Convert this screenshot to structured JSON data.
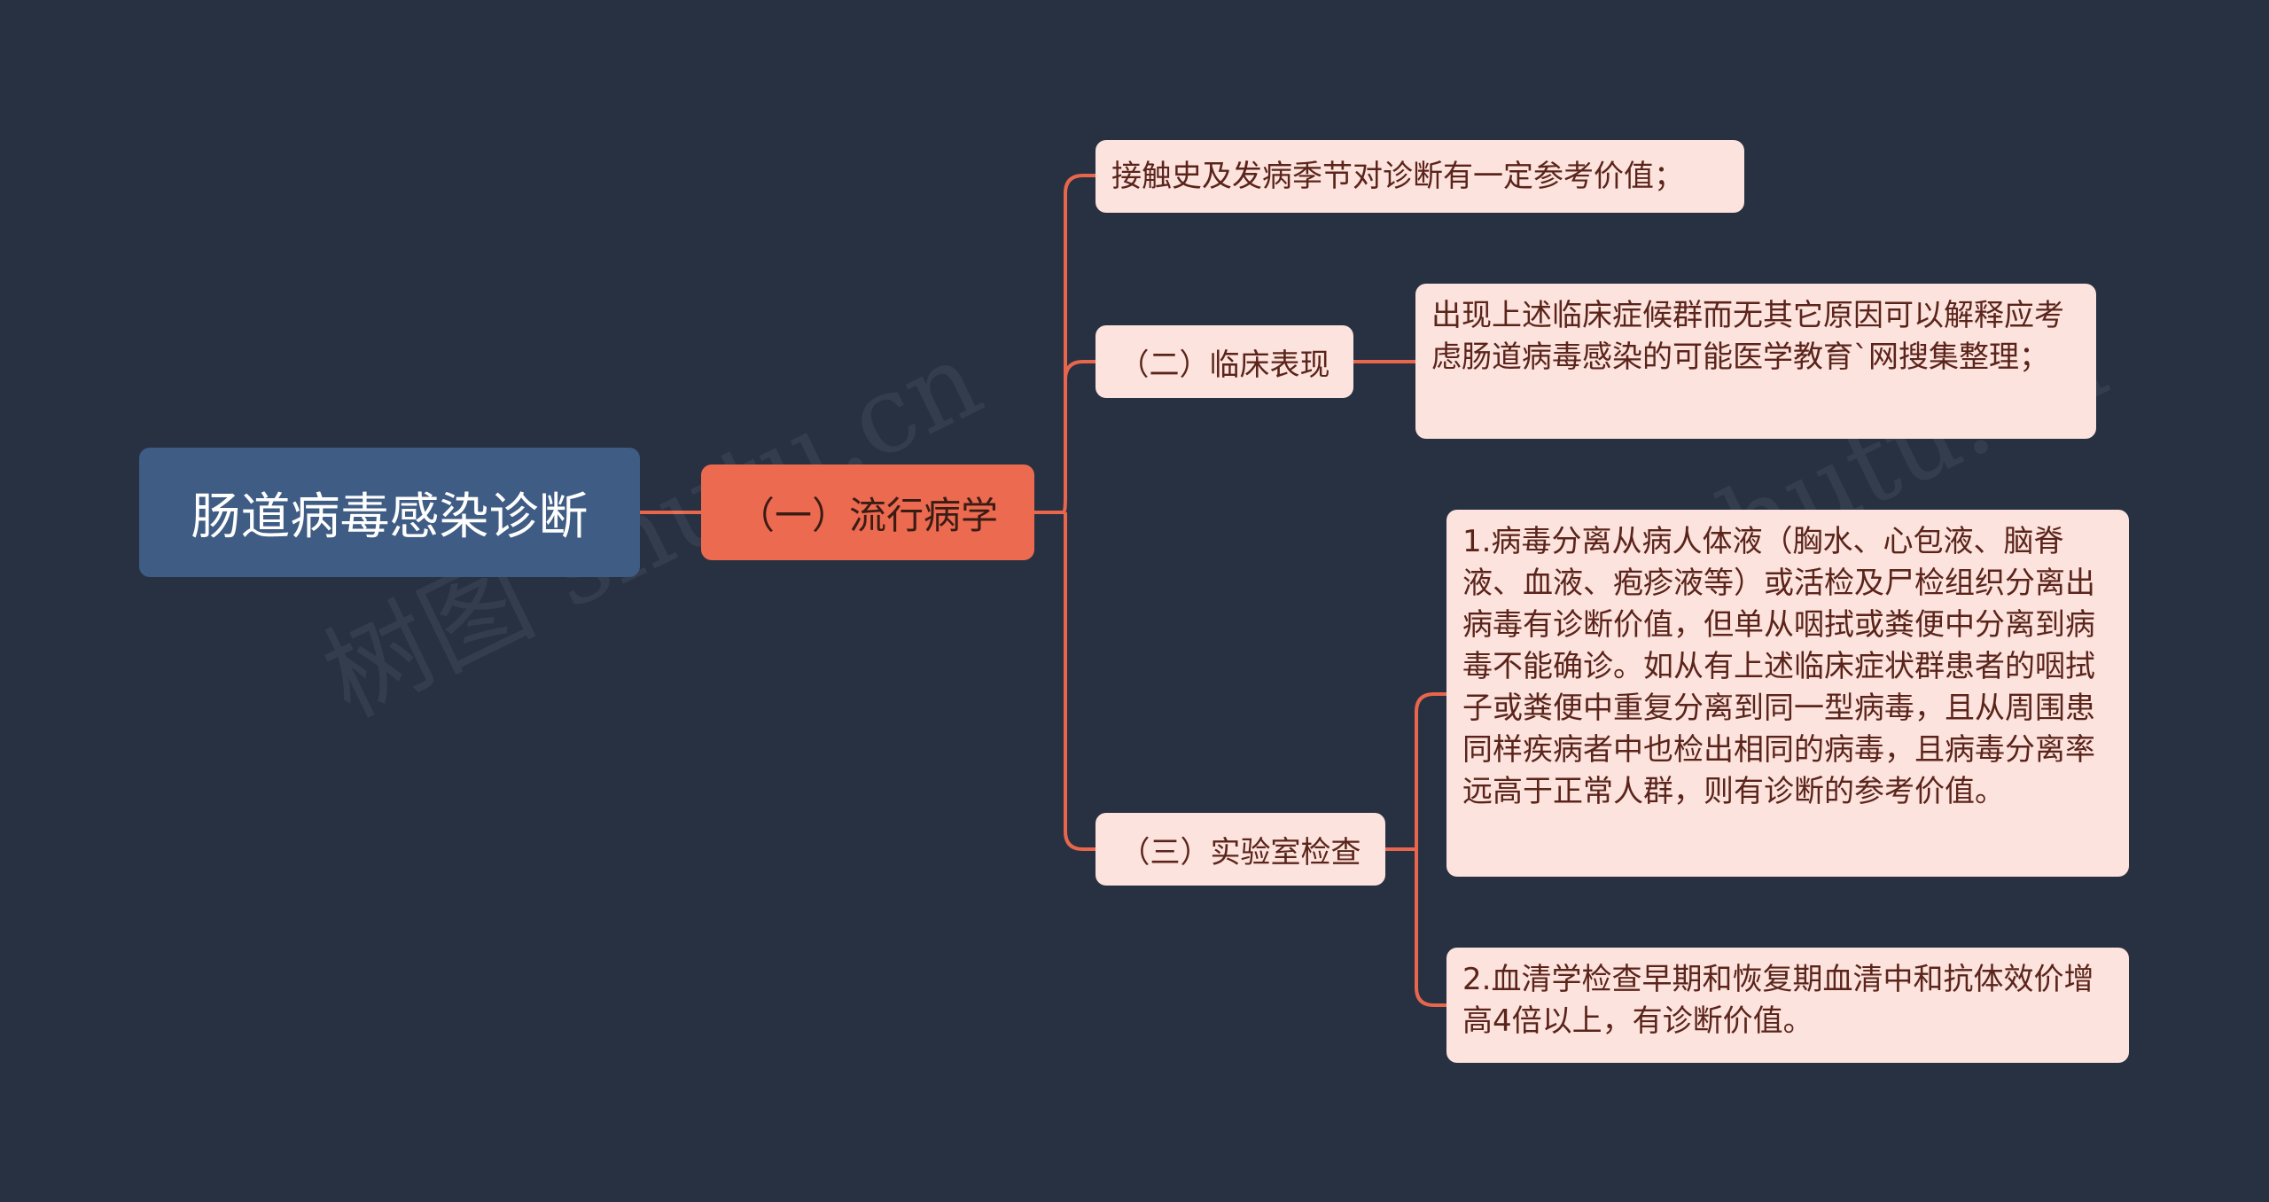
{
  "root": {
    "label": "肠道病毒感染诊断"
  },
  "main": {
    "label": "（一）流行病学"
  },
  "branches": [
    {
      "label": "接触史及发病季节对诊断有一定参考价值；"
    },
    {
      "label": "（二）临床表现"
    },
    {
      "label": "（三）实验室检查"
    }
  ],
  "leaves": {
    "clinical": "出现上述临床症候群而无其它原因可以解释应考虑肠道病毒感染的可能医学教育`网搜集整理；",
    "lab_1": "1.病毒分离从病人体液（胸水、心包液、脑脊液、血液、疱疹液等）或活检及尸检组织分离出病毒有诊断价值，但单从咽拭或粪便中分离到病毒不能确诊。如从有上述临床症状群患者的咽拭子或粪便中重复分离到同一型病毒，且从周围患同样疾病者中也检出相同的病毒，且病毒分离率远高于正常人群，则有诊断的参考价值。",
    "lab_2": "2.血清学检查早期和恢复期血清中和抗体效价增高4倍以上，有诊断价值。"
  },
  "watermark": "树图 shutu.cn",
  "colors": {
    "background": "#283142",
    "root": "#3e5c84",
    "main": "#ec6a4f",
    "leaf": "#fde3dd",
    "connector": "#e8664c"
  }
}
